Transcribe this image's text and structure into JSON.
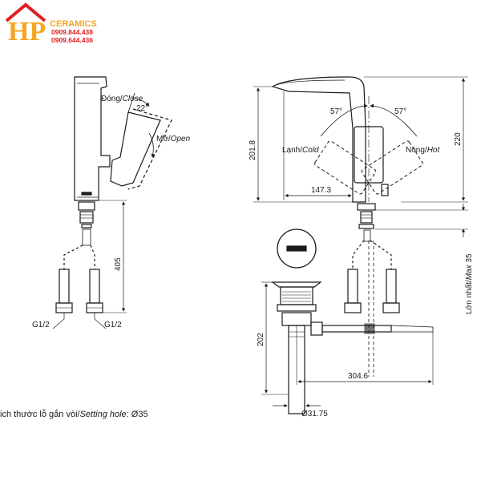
{
  "logo": {
    "mark": "HP",
    "brand": "CERAMICS",
    "phone_1": "0909.844.438",
    "phone_2": "0909.644.436",
    "brand_color": "#f5a623",
    "phone_color": "#e02020"
  },
  "side_view": {
    "close_label": "Đóng/",
    "close_label_italic": "Close",
    "angle_label": "22°",
    "open_label": "Mở/",
    "open_label_italic": "Open",
    "height_label": "405",
    "thread_left": "G1/2",
    "thread_right": "G1/2"
  },
  "front_view": {
    "angle_left": "57°",
    "angle_right": "57°",
    "cold_label": "Lạnh/",
    "cold_label_italic": "Cold",
    "hot_label": "Nóng/",
    "hot_label_italic": "Hot",
    "spout_height": "201.8",
    "total_height": "220",
    "spout_reach": "147.3",
    "max_thickness_label": "Lớn nhất/",
    "max_thickness_italic": "Max",
    "max_thickness_value": "35",
    "drain_height": "202",
    "drain_reach": "304.6",
    "drain_diameter": "Ø31.75"
  },
  "caption": {
    "text": "ich thước lỗ gắn vòi/",
    "italic": "Setting hole",
    "value": ": Ø35"
  }
}
